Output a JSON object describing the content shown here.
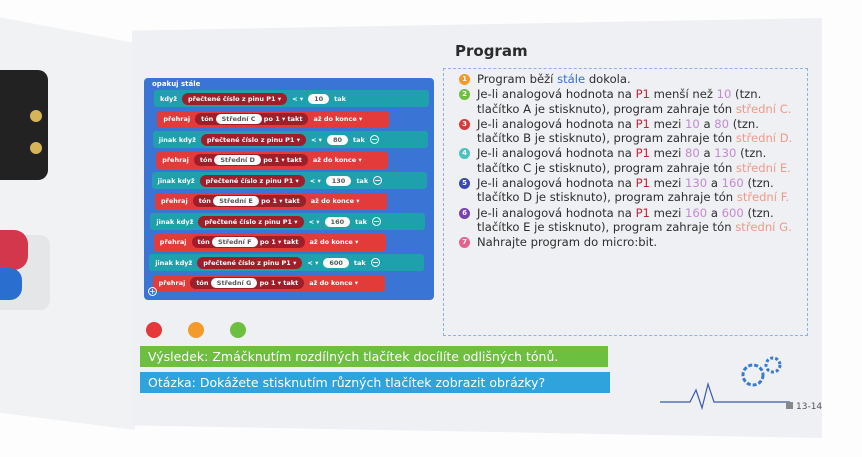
{
  "heading": "Program",
  "blocks": {
    "forever": "opakuj stále",
    "rows": [
      {
        "type": "if",
        "kw": "když",
        "read": "přečtené číslo z pinu",
        "pin": "P1 ▾",
        "op": "< ▾",
        "value": "10",
        "then": "tak"
      },
      {
        "type": "play",
        "kw": "přehraj",
        "tone": "tón",
        "note": "Střední C",
        "for": "po",
        "beats": "1 ▾ takt",
        "mode": "až do konce ▾"
      },
      {
        "type": "if",
        "kw": "jinak když",
        "read": "přečtené číslo z pinu",
        "pin": "P1 ▾",
        "op": "< ▾",
        "value": "80",
        "then": "tak"
      },
      {
        "type": "play",
        "kw": "přehraj",
        "tone": "tón",
        "note": "Střední D",
        "for": "po",
        "beats": "1 ▾ takt",
        "mode": "až do konce ▾"
      },
      {
        "type": "if",
        "kw": "jinak když",
        "read": "přečtené číslo z pinu",
        "pin": "P1 ▾",
        "op": "< ▾",
        "value": "130",
        "then": "tak"
      },
      {
        "type": "play",
        "kw": "přehraj",
        "tone": "tón",
        "note": "Střední E",
        "for": "po",
        "beats": "1 ▾ takt",
        "mode": "až do konce ▾"
      },
      {
        "type": "if",
        "kw": "jinak když",
        "read": "přečtené číslo z pinu",
        "pin": "P1 ▾",
        "op": "< ▾",
        "value": "160",
        "then": "tak"
      },
      {
        "type": "play",
        "kw": "přehraj",
        "tone": "tón",
        "note": "Střední F",
        "for": "po",
        "beats": "1 ▾ takt",
        "mode": "až do konce ▾"
      },
      {
        "type": "if",
        "kw": "jinak když",
        "read": "přečtené číslo z pinu",
        "pin": "P1 ▾",
        "op": "< ▾",
        "value": "600",
        "then": "tak"
      },
      {
        "type": "play",
        "kw": "přehraj",
        "tone": "tón",
        "note": "Střední G",
        "for": "po",
        "beats": "1 ▾ takt",
        "mode": "až do konce ▾"
      }
    ]
  },
  "steps": [
    {
      "n": "1",
      "color": "#f39a2b",
      "parts": [
        [
          "Program běží ",
          ""
        ],
        [
          "stále",
          "#3a6fd8"
        ],
        [
          " dokola.",
          ""
        ]
      ]
    },
    {
      "n": "2",
      "color": "#6cbf3f",
      "parts": [
        [
          "Je-li analogová hodnota na ",
          ""
        ],
        [
          "P1",
          "#c0283a"
        ],
        [
          " menší než ",
          ""
        ],
        [
          "10",
          "#c48ad0"
        ],
        [
          " (tzn. tlačítko A je stisknuto), program zahraje tón ",
          ""
        ],
        [
          "střední C.",
          "#ee9a8a"
        ]
      ]
    },
    {
      "n": "3",
      "color": "#d8383a",
      "parts": [
        [
          "Je-li analogová hodnota na ",
          ""
        ],
        [
          "P1",
          "#c0283a"
        ],
        [
          " mezi ",
          ""
        ],
        [
          "10",
          "#c48ad0"
        ],
        [
          " a ",
          ""
        ],
        [
          "80",
          "#c48ad0"
        ],
        [
          " (tzn. tlačítko B je stisknuto), program zahraje tón ",
          ""
        ],
        [
          "střední D.",
          "#ee9a8a"
        ]
      ]
    },
    {
      "n": "4",
      "color": "#4cc2c0",
      "parts": [
        [
          "Je-li analogová hodnota na ",
          ""
        ],
        [
          "P1",
          "#c0283a"
        ],
        [
          " mezi ",
          ""
        ],
        [
          "80",
          "#c48ad0"
        ],
        [
          " a ",
          ""
        ],
        [
          "130",
          "#c48ad0"
        ],
        [
          " (tzn. tlačítko C je stisknuto), program zahraje tón ",
          ""
        ],
        [
          "střední E.",
          "#ee9a8a"
        ]
      ]
    },
    {
      "n": "5",
      "color": "#3b48b8",
      "parts": [
        [
          "Je-li analogová hodnota na ",
          ""
        ],
        [
          "P1",
          "#c0283a"
        ],
        [
          " mezi ",
          ""
        ],
        [
          "130",
          "#c48ad0"
        ],
        [
          " a ",
          ""
        ],
        [
          "160",
          "#c48ad0"
        ],
        [
          " (tzn. tlačítko D je stisknuto), program zahraje tón ",
          ""
        ],
        [
          "střední F.",
          "#ee9a8a"
        ]
      ]
    },
    {
      "n": "6",
      "color": "#7a3fb0",
      "parts": [
        [
          "Je-li analogová hodnota na ",
          ""
        ],
        [
          "P1",
          "#c0283a"
        ],
        [
          " mezi ",
          ""
        ],
        [
          "160",
          "#c48ad0"
        ],
        [
          " a ",
          ""
        ],
        [
          "600",
          "#c48ad0"
        ],
        [
          " (tzn. tlačítko E je stisknuto), program zahraje tón ",
          ""
        ],
        [
          "střední G.",
          "#ee9a8a"
        ]
      ]
    },
    {
      "n": "7",
      "color": "#e8608e",
      "parts": [
        [
          "Nahrajte program do micro:bit.",
          ""
        ]
      ]
    }
  ],
  "dots": [
    "#e5383b",
    "#f39a2b",
    "#6cbf3f"
  ],
  "result": {
    "text": "Výsledek: Zmáčknutím rozdílných tlačítek docílíte odlišných tónů.",
    "color": "#6cbf3f"
  },
  "question": {
    "text": "Otázka: Dokážete stisknutím různých tlačítek zobrazit obrázky?",
    "color": "#2fa3dc"
  },
  "page_number": "13-14"
}
